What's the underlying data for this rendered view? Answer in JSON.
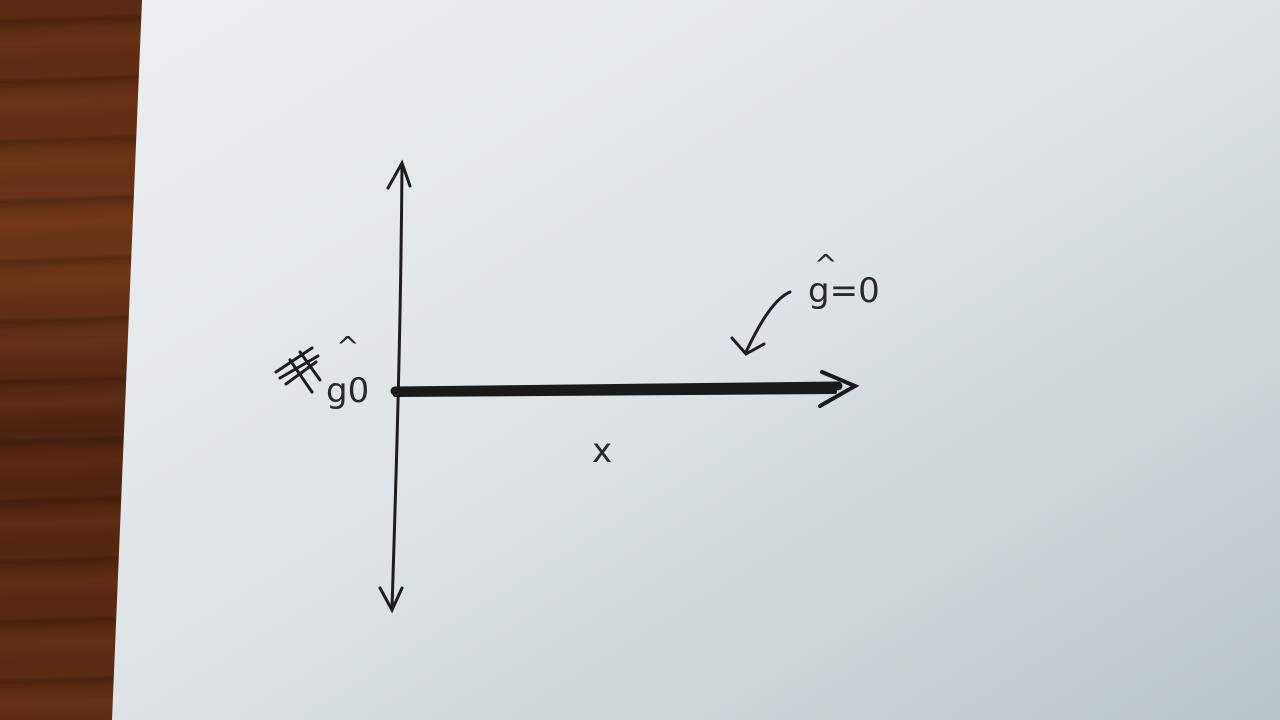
{
  "diagram": {
    "origin_label": "g0",
    "origin_label_hat": "^",
    "line_label": "g=0",
    "line_label_hat": "^",
    "axis_label": "x"
  },
  "colors": {
    "paper": "#dde3e6",
    "ink": "#1e1e1e",
    "wood": "#5a2a12"
  }
}
